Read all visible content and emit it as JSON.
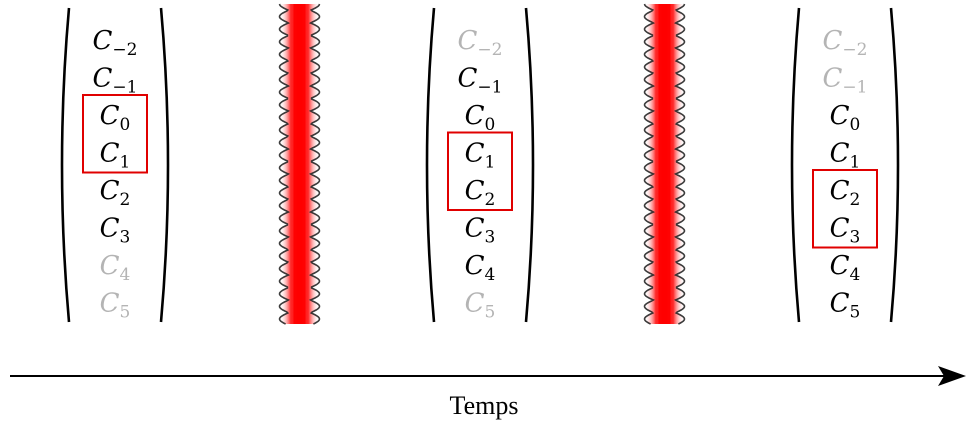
{
  "columns": [
    {
      "entries": [
        {
          "base": "C",
          "sub": "−2",
          "active": true
        },
        {
          "base": "C",
          "sub": "−1",
          "active": true
        },
        {
          "base": "C",
          "sub": "0",
          "active": true
        },
        {
          "base": "C",
          "sub": "1",
          "active": true
        },
        {
          "base": "C",
          "sub": "2",
          "active": true
        },
        {
          "base": "C",
          "sub": "3",
          "active": true
        },
        {
          "base": "C",
          "sub": "4",
          "active": false
        },
        {
          "base": "C",
          "sub": "5",
          "active": false
        }
      ],
      "highlight": [
        2,
        3
      ]
    },
    {
      "entries": [
        {
          "base": "C",
          "sub": "−2",
          "active": false
        },
        {
          "base": "C",
          "sub": "−1",
          "active": true
        },
        {
          "base": "C",
          "sub": "0",
          "active": true
        },
        {
          "base": "C",
          "sub": "1",
          "active": true
        },
        {
          "base": "C",
          "sub": "2",
          "active": true
        },
        {
          "base": "C",
          "sub": "3",
          "active": true
        },
        {
          "base": "C",
          "sub": "4",
          "active": true
        },
        {
          "base": "C",
          "sub": "5",
          "active": false
        }
      ],
      "highlight": [
        3,
        4
      ]
    },
    {
      "entries": [
        {
          "base": "C",
          "sub": "−2",
          "active": false
        },
        {
          "base": "C",
          "sub": "−1",
          "active": false
        },
        {
          "base": "C",
          "sub": "0",
          "active": true
        },
        {
          "base": "C",
          "sub": "1",
          "active": true
        },
        {
          "base": "C",
          "sub": "2",
          "active": true
        },
        {
          "base": "C",
          "sub": "3",
          "active": true
        },
        {
          "base": "C",
          "sub": "4",
          "active": true
        },
        {
          "base": "C",
          "sub": "5",
          "active": true
        }
      ],
      "highlight": [
        4,
        5
      ]
    }
  ],
  "pulses": 2,
  "axis": {
    "label": "Temps"
  },
  "colors": {
    "active": "#000000",
    "inactive": "#b4b4b4",
    "highlight": "#e00000",
    "pulse": "#ff0000",
    "pulse_edge": "#1a1a1a"
  }
}
